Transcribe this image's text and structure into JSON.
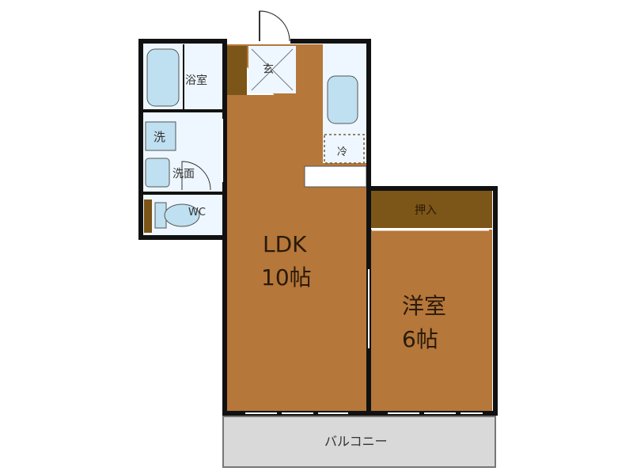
{
  "colors": {
    "room_floor": "#B5773A",
    "closet": "#7C5518",
    "wet_area": "#EEF7FF",
    "fixture": "#BFE0F0",
    "balcony": "#D9D9D9",
    "wall": "#111111"
  },
  "rooms": {
    "ldk": {
      "name": "LDK",
      "size": "10帖"
    },
    "western": {
      "name": "洋室",
      "size": "6帖"
    },
    "closet": "押入",
    "bath": "浴室",
    "washer": "洗",
    "washroom": "洗面",
    "toilet": "WC",
    "entrance": "玄",
    "fridge": "冷",
    "balcony": "バルコニー"
  }
}
